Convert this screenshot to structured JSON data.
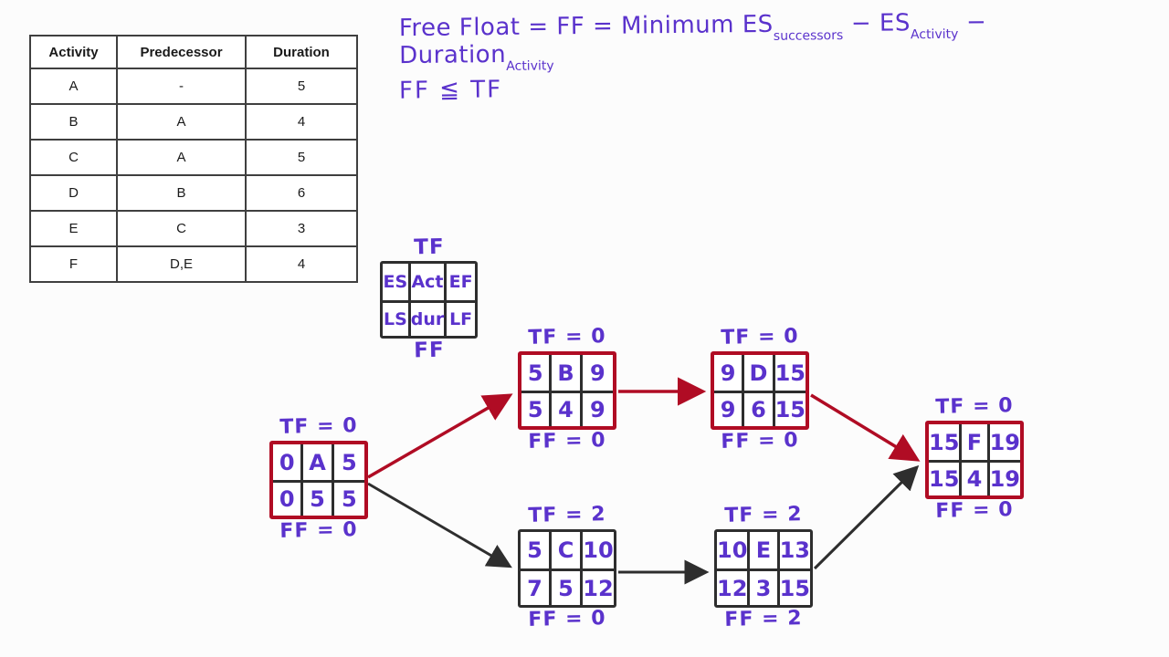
{
  "formula": {
    "p1": "Free Float = FF = Minimum ES",
    "sub1": "successors",
    "p2": " − ES",
    "sub2": "Activity",
    "p3": " − Duration",
    "sub3": "Activity",
    "line2": "FF ≦ TF"
  },
  "table": {
    "headers": [
      "Activity",
      "Predecessor",
      "Duration"
    ],
    "rows": [
      [
        "A",
        "-",
        "5"
      ],
      [
        "B",
        "A",
        "4"
      ],
      [
        "C",
        "A",
        "5"
      ],
      [
        "D",
        "B",
        "6"
      ],
      [
        "E",
        "C",
        "3"
      ],
      [
        "F",
        "D,E",
        "4"
      ]
    ]
  },
  "legend": {
    "top_label": "TF",
    "bottom_label": "FF",
    "cells": [
      "ES",
      "Act",
      "EF",
      "LS",
      "dur",
      "LF"
    ]
  },
  "nodes": [
    {
      "id": "A",
      "tf": "TF = 0",
      "es": "0",
      "act": "A",
      "ef": "5",
      "ls": "0",
      "dur": "5",
      "lf": "5",
      "ff": "FF = 0",
      "critical": true
    },
    {
      "id": "B",
      "tf": "TF = 0",
      "es": "5",
      "act": "B",
      "ef": "9",
      "ls": "5",
      "dur": "4",
      "lf": "9",
      "ff": "FF = 0",
      "critical": true
    },
    {
      "id": "C",
      "tf": "TF = 2",
      "es": "5",
      "act": "C",
      "ef": "10",
      "ls": "7",
      "dur": "5",
      "lf": "12",
      "ff": "FF = 0",
      "critical": false
    },
    {
      "id": "D",
      "tf": "TF = 0",
      "es": "9",
      "act": "D",
      "ef": "15",
      "ls": "9",
      "dur": "6",
      "lf": "15",
      "ff": "FF = 0",
      "critical": true
    },
    {
      "id": "E",
      "tf": "TF = 2",
      "es": "10",
      "act": "E",
      "ef": "13",
      "ls": "12",
      "dur": "3",
      "lf": "15",
      "ff": "FF = 2",
      "critical": false
    },
    {
      "id": "F",
      "tf": "TF = 0",
      "es": "15",
      "act": "F",
      "ef": "19",
      "ls": "15",
      "dur": "4",
      "lf": "19",
      "ff": "FF = 0",
      "critical": true
    }
  ],
  "edges": [
    {
      "from": "A",
      "to": "B",
      "critical": true
    },
    {
      "from": "A",
      "to": "C",
      "critical": false
    },
    {
      "from": "B",
      "to": "D",
      "critical": true
    },
    {
      "from": "C",
      "to": "E",
      "critical": false
    },
    {
      "from": "D",
      "to": "F",
      "critical": true
    },
    {
      "from": "E",
      "to": "F",
      "critical": false
    }
  ],
  "colors": {
    "critical_red": "#b00c24",
    "normal_dark": "#2e2e2e",
    "ink_purple": "#5a32cc"
  }
}
